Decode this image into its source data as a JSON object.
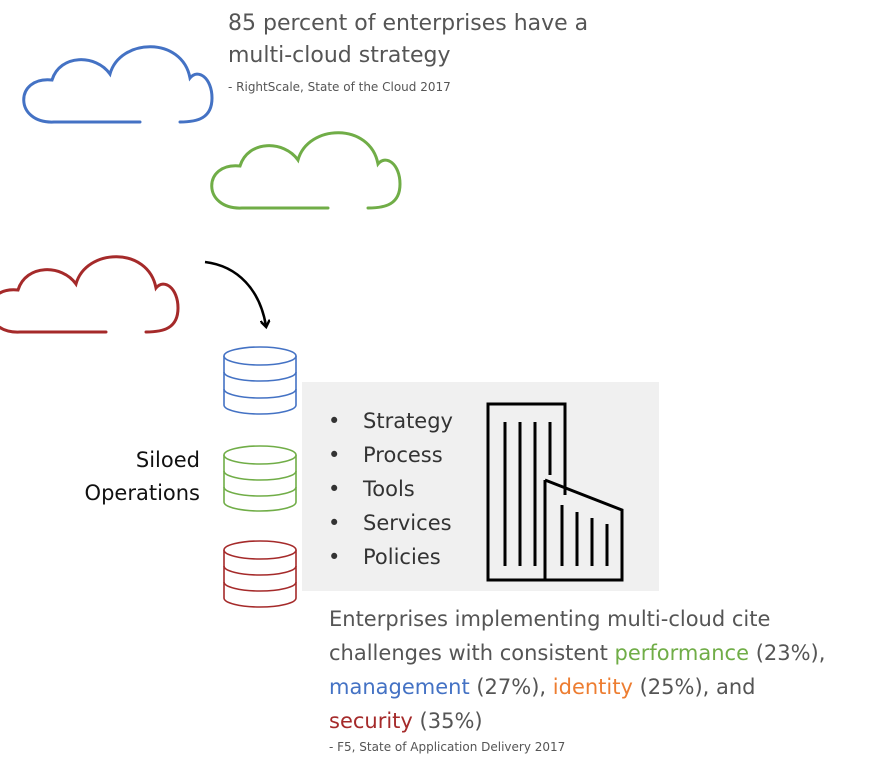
{
  "colors": {
    "blue": "#4472c4",
    "green": "#70ad47",
    "red": "#a52a2a",
    "orange": "#ed7d31",
    "panel": "#f0f0f0",
    "text": "#555555"
  },
  "headline": {
    "line1": "85 percent of enterprises have a",
    "line2": "multi-cloud strategy",
    "source": "- RightScale, State of the Cloud 2017"
  },
  "silo_label": {
    "line1": "Siloed",
    "line2": "Operations"
  },
  "bullets": [
    "Strategy",
    "Process",
    "Tools",
    "Services",
    "Policies"
  ],
  "challenge": {
    "line1": "Enterprises implementing multi-cloud cite",
    "line2_pre": "challenges with consistent ",
    "performance": "performance",
    "performance_pct": " (23%),",
    "management": "management",
    "management_pct": " (27%), ",
    "identity": "identity",
    "identity_pct": " (25%), and",
    "security": "security",
    "security_pct": " (35%)",
    "source": "- F5, State of Application Delivery 2017"
  },
  "icons": {
    "clouds": [
      "cloud-icon",
      "cloud-icon",
      "cloud-icon"
    ],
    "databases": [
      "database-icon",
      "database-icon",
      "database-icon"
    ],
    "building": "building-icon",
    "arrow": "curved-arrow-icon"
  }
}
